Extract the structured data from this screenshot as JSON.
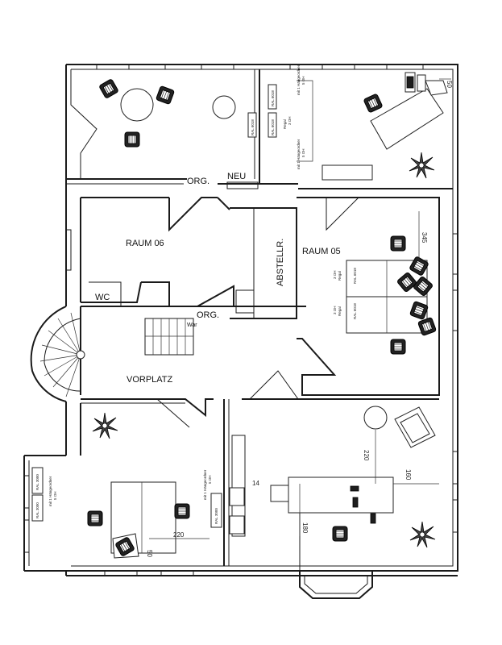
{
  "rooms": {
    "raum06": "RAUM 06",
    "raum05": "RAUM 05",
    "wc": "WC",
    "vorplatz": "VORPLATZ",
    "abstellr": "ABSTELLR.",
    "org_top": "ORG.",
    "neu": "NEU",
    "org_mid": "ORG.",
    "war": "War"
  },
  "cabinet_labels": {
    "top_mid_a": "RAL 6018",
    "top_mid_b": "RAL 6018",
    "top_mid_c": "RAL 6018",
    "top_mid_regal": "Regal",
    "top_mid_regal_oh": "3 OH",
    "top_mid_upper": "mit 1 Hängeordner",
    "top_mid_upper_oh": "5 OH",
    "top_mid_lower": "mit 1 Hängeordner",
    "top_mid_lower_oh": "5 OH",
    "raum05_a": "RAL 6018",
    "raum05_b": "RAL 6018",
    "raum05_regal_a": "Regal",
    "raum05_regal_a_oh": "3 OH",
    "raum05_regal_b": "Regal",
    "raum05_regal_b_oh": "3 OH",
    "bl_a": "RAL 3000",
    "bl_b": "RAL 3000",
    "bl_upper": "mit 1 Hängeordner",
    "bl_upper_oh": "5 OH",
    "bc_a": "RAL 3000",
    "bc_upper": "mit 1 Hängeordner",
    "bc_upper_oh": "5 OH"
  },
  "dimensions": {
    "tr_50": "50",
    "r05_345": "345",
    "br_220": "220",
    "br_180": "180",
    "br_160": "160",
    "bl_220": "220",
    "bl_50": "50",
    "bc_14": "14"
  }
}
